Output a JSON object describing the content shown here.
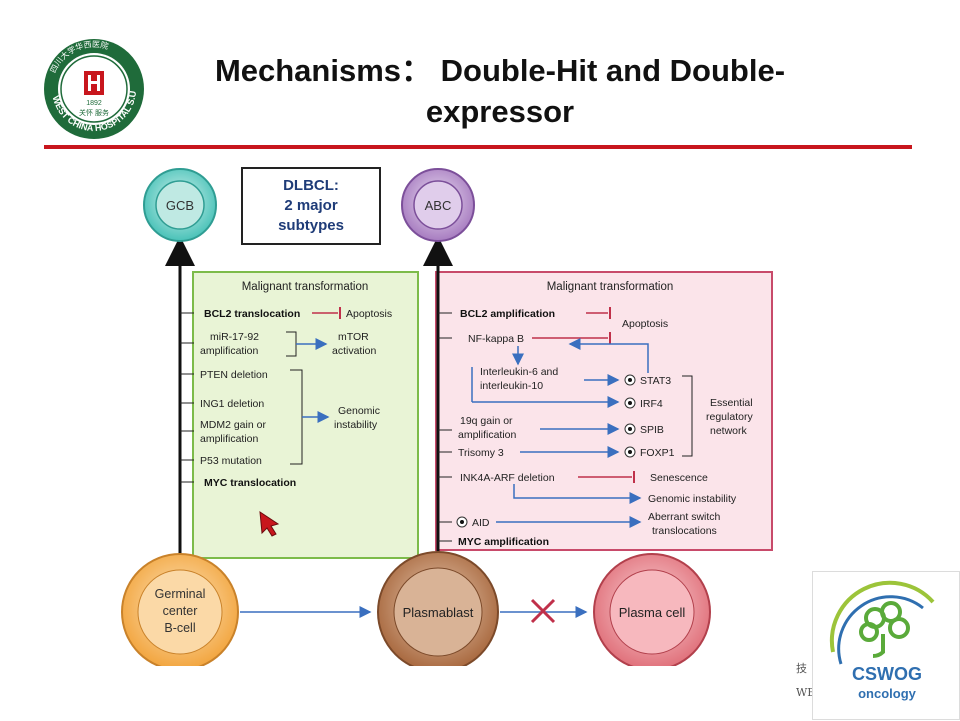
{
  "slide": {
    "title_line1": "Mechanisms： Double-Hit and Double-",
    "title_line2": "expressor"
  },
  "colors": {
    "title_rule": "#c8161d",
    "logo_green": "#1f6b3a",
    "gcb_box_fill": "#e9f4d6",
    "gcb_box_border": "#7dbb4a",
    "abc_box_fill": "#fbe4ea",
    "abc_box_border": "#c84a6a",
    "arrow_blue": "#3a6fbf",
    "inhibit_red": "#c0304a",
    "gcb_circle": "#49c2b8",
    "abc_circle": "#a77cc0",
    "germinal_circle": "#f2a53e",
    "plasmablast_circle": "#a8683e",
    "plasma_circle": "#e0707a",
    "cswog_green": "#5aaa3a",
    "cswog_blue": "#2f6fb0"
  },
  "logo": {
    "ring_text": "WEST CHINA HOSPITAL S.U",
    "top_text": "四川大学华西医院",
    "year": "1892",
    "motto": "关怀 服务"
  },
  "diagram": {
    "gcb_label": "GCB",
    "abc_label": "ABC",
    "dlbcl": {
      "line1": "DLBCL:",
      "line2": "2 major",
      "line3": "subtypes"
    },
    "gcb_panel": {
      "heading": "Malignant transformation",
      "bcl2": "BCL2 translocation",
      "apoptosis": "Apoptosis",
      "mir_line1": "miR-17-92",
      "mir_line2": "amplification",
      "mtor_line1": "mTOR",
      "mtor_line2": "activation",
      "pten": "PTEN deletion",
      "ing1": "ING1 deletion",
      "mdm2_line1": "MDM2 gain or",
      "mdm2_line2": "amplification",
      "p53": "P53 mutation",
      "genomic_line1": "Genomic",
      "genomic_line2": "instability",
      "myc": "MYC translocation"
    },
    "abc_panel": {
      "heading": "Malignant transformation",
      "bcl2": "BCL2 amplification",
      "apoptosis": "Apoptosis",
      "nfkb": "NF-kappa B",
      "il_line1": "Interleukin-6 and",
      "il_line2": "interleukin-10",
      "stat3": "STAT3",
      "irf4": "IRF4",
      "q19_line1": "19q gain or",
      "q19_line2": "amplification",
      "spib": "SPIB",
      "trisomy": "Trisomy 3",
      "foxp1": "FOXP1",
      "ern_line1": "Essential",
      "ern_line2": "regulatory",
      "ern_line3": "network",
      "ink4a": "INK4A-ARF deletion",
      "senescence": "Senescence",
      "genomic": "Genomic instability",
      "aid": "AID",
      "aberrant_line1": "Aberrant switch",
      "aberrant_line2": "translocations",
      "myc": "MYC amplification"
    },
    "germinal": {
      "line1": "Germinal",
      "line2": "center",
      "line3": "B-cell"
    },
    "plasmablast": "Plasmablast",
    "plasma_cell": "Plasma cell"
  },
  "cswog": {
    "name": "CSWOG",
    "sub": "oncology"
  },
  "fragments": {
    "char": "技",
    "we": "WE"
  }
}
